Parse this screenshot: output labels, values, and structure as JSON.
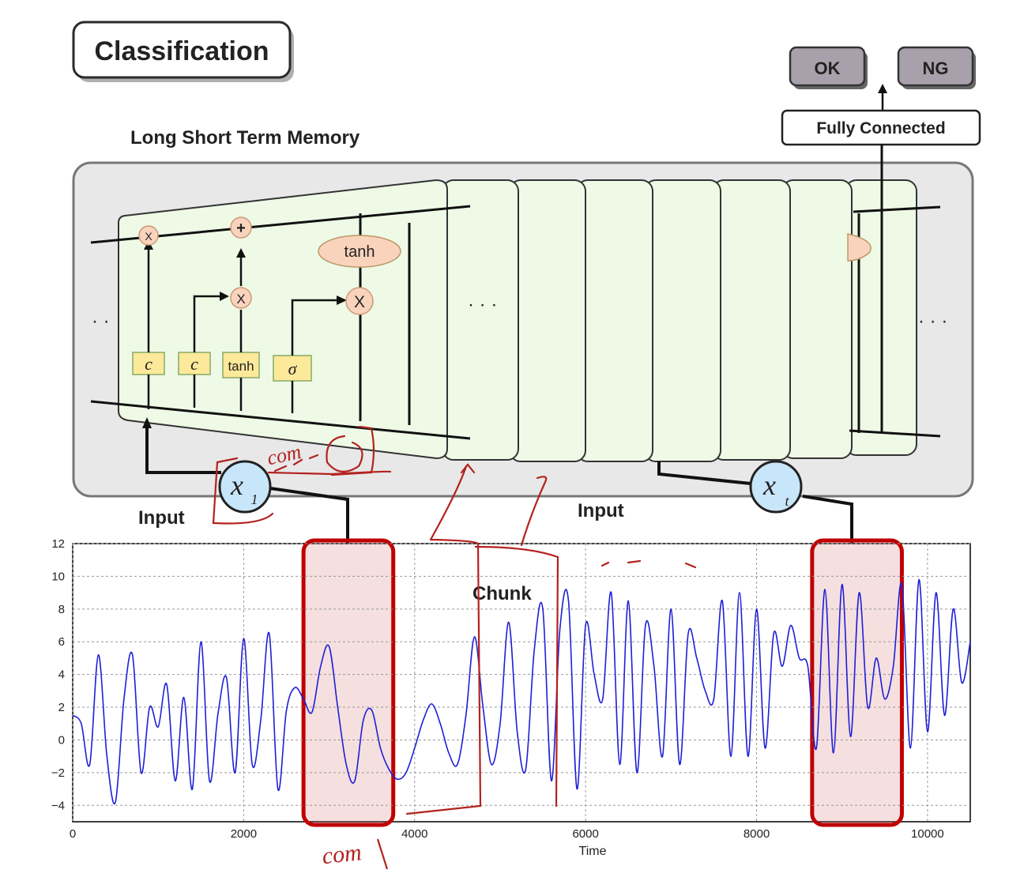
{
  "header": {
    "title": "Classification"
  },
  "outputs": {
    "ok_label": "OK",
    "ng_label": "NG",
    "fc_label": "Fully Connected"
  },
  "lstm": {
    "title": "Long Short Term Memory",
    "gate_labels": [
      "c",
      "c",
      "tanh",
      "σ"
    ],
    "tanh_label": "tanh",
    "op_multiply": "X",
    "op_add": "+",
    "ellipsis": "· · ·",
    "left_dots": "· ·"
  },
  "inputs": {
    "label": "Input",
    "x1_base": "x",
    "x1_sub": "1",
    "xt_base": "x",
    "xt_sub": "t"
  },
  "chunk_label": "Chunk",
  "annotations": {
    "com_top": "com",
    "com_bottom": "com"
  },
  "chart_data": {
    "type": "line",
    "xlabel": "Time",
    "ylabel": "",
    "xlim": [
      0,
      10500
    ],
    "ylim": [
      -5,
      12
    ],
    "xticks": [
      0,
      2000,
      4000,
      6000,
      8000,
      10000
    ],
    "yticks": [
      -4,
      -2,
      0,
      2,
      4,
      6,
      8,
      10,
      12
    ],
    "grid": true,
    "color": "#1f1fd8",
    "highlight_windows": [
      [
        2700,
        3750
      ],
      [
        8650,
        9700
      ]
    ],
    "x": [
      0,
      100,
      200,
      300,
      400,
      500,
      600,
      700,
      800,
      900,
      1000,
      1100,
      1200,
      1300,
      1400,
      1500,
      1600,
      1700,
      1800,
      1900,
      2000,
      2100,
      2200,
      2300,
      2400,
      2500,
      2600,
      2700,
      2800,
      2900,
      3000,
      3100,
      3200,
      3300,
      3400,
      3500,
      3600,
      3700,
      3800,
      3900,
      4000,
      4100,
      4200,
      4300,
      4400,
      4500,
      4600,
      4700,
      4800,
      4900,
      5000,
      5100,
      5200,
      5300,
      5400,
      5500,
      5600,
      5700,
      5800,
      5900,
      6000,
      6100,
      6200,
      6300,
      6400,
      6500,
      6600,
      6700,
      6800,
      6900,
      7000,
      7100,
      7200,
      7300,
      7400,
      7500,
      7600,
      7700,
      7800,
      7900,
      8000,
      8100,
      8200,
      8300,
      8400,
      8500,
      8600,
      8700,
      8800,
      8900,
      9000,
      9100,
      9200,
      9300,
      9400,
      9500,
      9600,
      9700,
      9800,
      9900,
      10000,
      10100,
      10200,
      10300,
      10400,
      10500
    ],
    "y": [
      1.5,
      1.0,
      -1.5,
      5.2,
      -1.0,
      -3.8,
      2.5,
      5.2,
      -2.0,
      2.0,
      0.8,
      3.4,
      -2.5,
      2.6,
      -3.0,
      6.0,
      -2.5,
      1.6,
      3.8,
      -2.0,
      6.2,
      -1.5,
      1.2,
      6.5,
      -3.0,
      1.8,
      3.2,
      2.5,
      1.7,
      4.5,
      5.7,
      2.0,
      -1.5,
      -2.5,
      1.2,
      1.8,
      -0.5,
      -1.8,
      -2.4,
      -2.0,
      -0.5,
      1.2,
      2.2,
      1.0,
      -0.8,
      -1.5,
      1.5,
      6.3,
      2.0,
      -1.5,
      1.0,
      7.2,
      0.5,
      -1.8,
      5.5,
      8.0,
      -2.5,
      6.8,
      8.5,
      -3.0,
      7.0,
      4.0,
      2.5,
      9.0,
      -1.5,
      8.5,
      -2.0,
      7.0,
      4.5,
      -1.0,
      8.0,
      -1.5,
      6.5,
      5.0,
      3.0,
      2.5,
      8.5,
      -1.0,
      9.0,
      -1.0,
      8.0,
      -0.5,
      6.5,
      4.5,
      7.0,
      5.0,
      4.5,
      -0.5,
      9.2,
      -0.8,
      9.5,
      0.2,
      9.0,
      2.0,
      5.0,
      2.5,
      4.5,
      9.5,
      -0.5,
      9.8,
      0.5,
      9.0,
      1.5,
      8.0,
      3.5,
      6.0
    ]
  }
}
